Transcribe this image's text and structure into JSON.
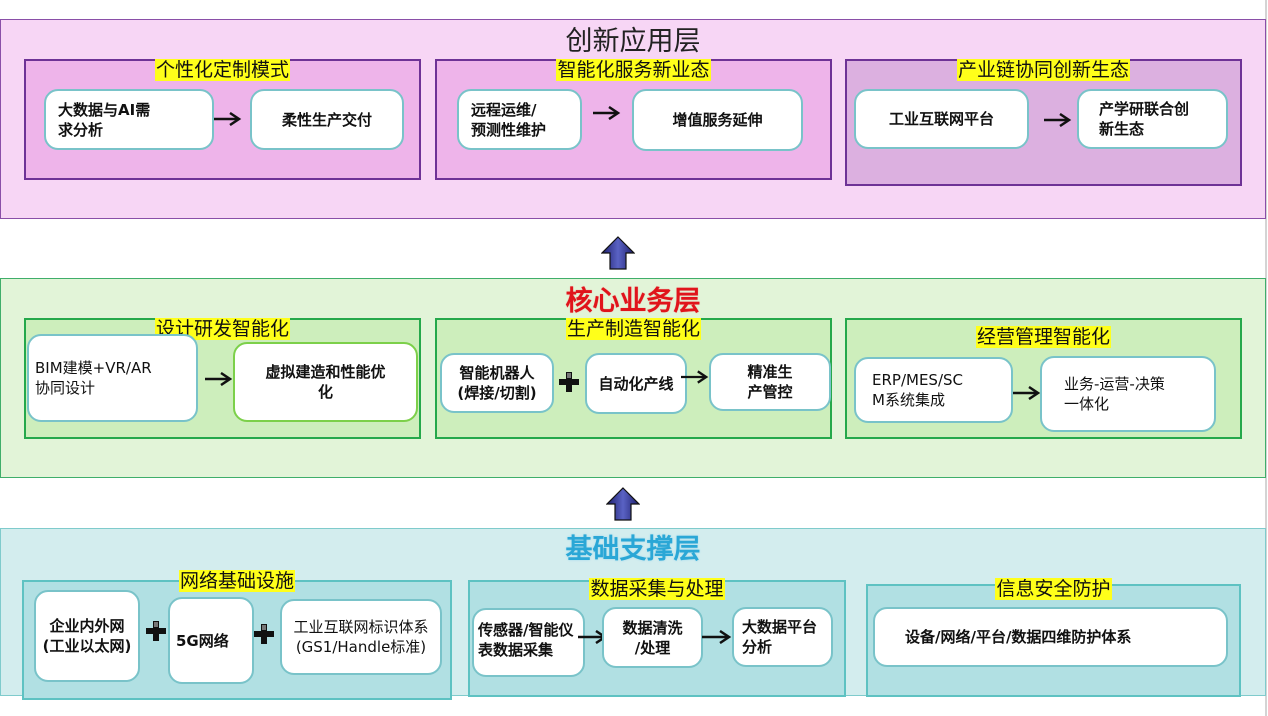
{
  "layers": {
    "top": {
      "title": "创新应用层",
      "groups": [
        {
          "title": "个性化定制模式",
          "nodes": [
            "大数据与AI需\n求分析",
            "柔性生产交付"
          ]
        },
        {
          "title": "智能化服务新业态",
          "nodes": [
            "远程运维/\n预测性维护",
            "增值服务延伸"
          ]
        },
        {
          "title": "产业链协同创新生态",
          "nodes": [
            "工业互联网平台",
            "产学研联合创\n新生态"
          ]
        }
      ]
    },
    "middle": {
      "title": "核心业务层",
      "groups": [
        {
          "title": "设计研发智能化",
          "nodes": [
            "BIM建模+VR/AR\n协同设计",
            "虚拟建造和性能优\n化"
          ]
        },
        {
          "title": "生产制造智能化",
          "nodes": [
            "智能机器人\n(焊接/切割)",
            "自动化产线",
            "精准生\n产管控"
          ]
        },
        {
          "title": "经营管理智能化",
          "nodes": [
            "ERP/MES/SC\nM系统集成",
            "业务-运营-决策\n一体化"
          ]
        }
      ]
    },
    "bottom": {
      "title": "基础支撑层",
      "groups": [
        {
          "title": "网络基础设施",
          "nodes": [
            "企业内外网\n(工业以太网)",
            "5G网络",
            "工业互联网标识体系\n(GS1/Handle标准)"
          ]
        },
        {
          "title": "数据采集与处理",
          "nodes": [
            "传感器/智能仪\n表数据采集",
            "数据清洗\n/处理",
            "大数据平台\n分析"
          ]
        },
        {
          "title": "信息安全防护",
          "nodes": [
            "设备/网络/平台/数据四维防护体系"
          ]
        }
      ]
    }
  },
  "connectors": {
    "flow_icon": "right-arrow-icon",
    "combine_icon": "plus-icon",
    "layer_link_icon": "up-arrow-icon"
  },
  "colors": {
    "top_layer_bg": "#f7d6f5",
    "middle_layer_bg": "#e2f4d8",
    "bottom_layer_bg": "#d3edee",
    "middle_title": "#e0141b",
    "bottom_title": "#2aa7d6",
    "group_title_highlight": "#ffff1a",
    "up_arrow": "#2c2f8c"
  }
}
